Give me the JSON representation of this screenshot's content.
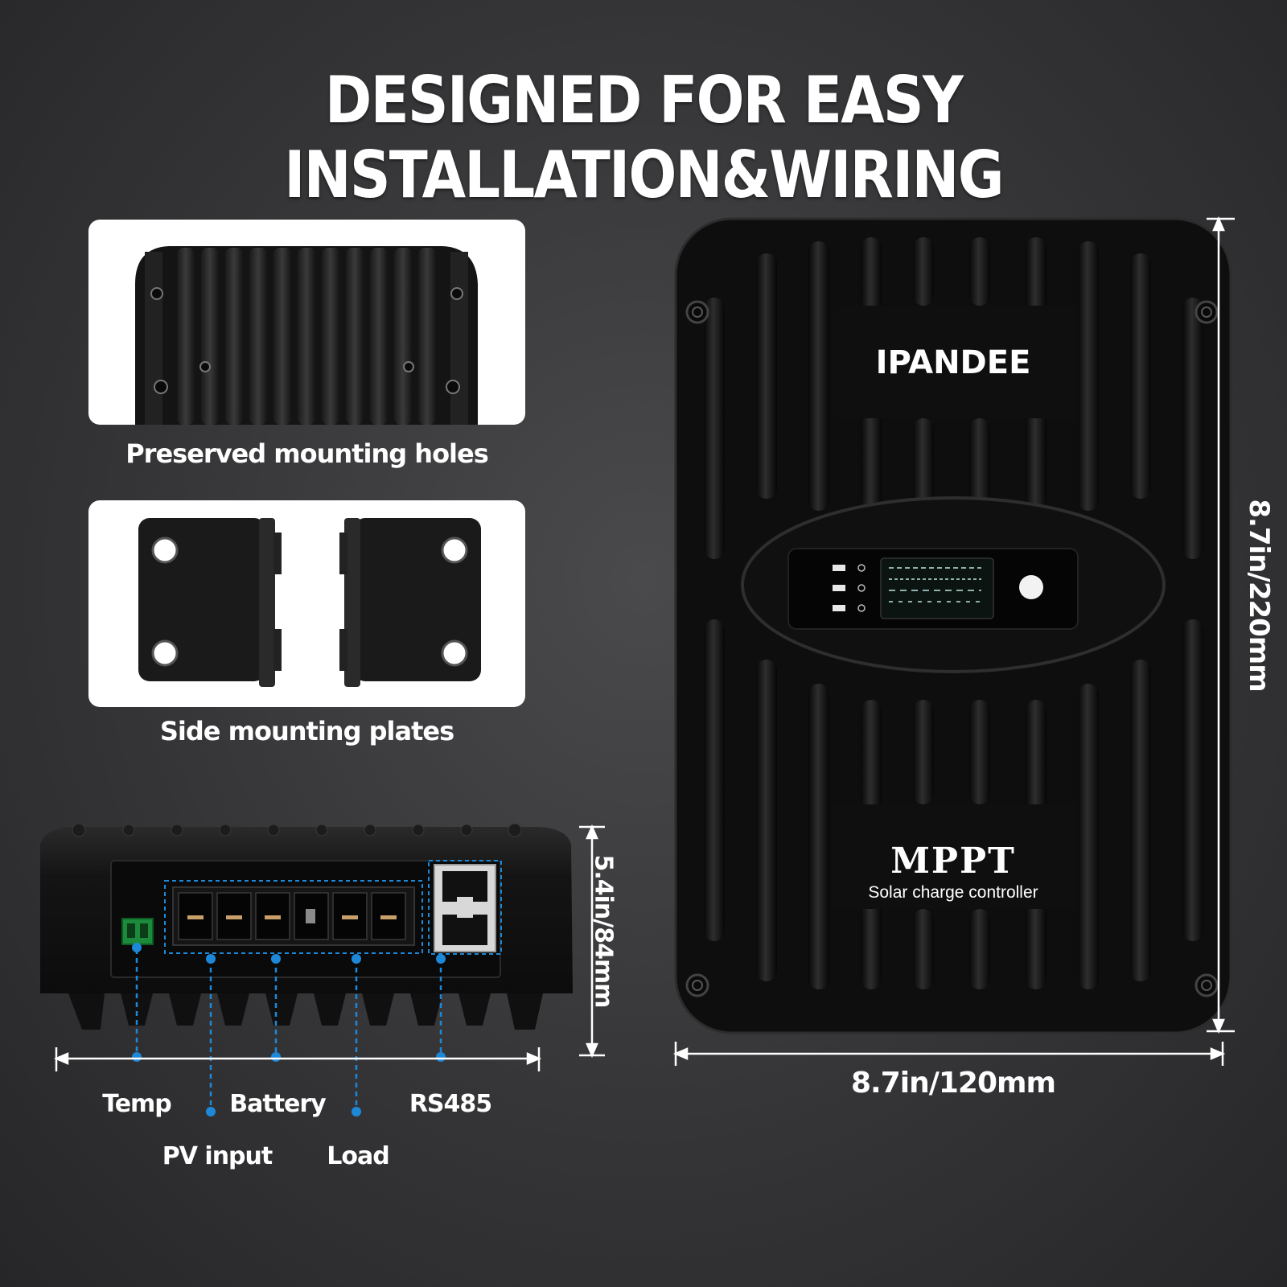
{
  "title": "DESIGNED FOR EASY INSTALLATION&WIRING",
  "features": {
    "mounting_holes_caption": "Preserved mounting holes",
    "side_plates_caption": "Side mounting plates"
  },
  "device": {
    "brand": "IPANDEE",
    "model": "MPPT",
    "subtitle": "Solar charge controller"
  },
  "dimensions": {
    "height": "8.7in/220mm",
    "width": "8.7in/120mm",
    "depth": "5.4in/84mm"
  },
  "ports": {
    "temp": "Temp",
    "battery": "Battery",
    "rs485": "RS485",
    "pv_input": "PV input",
    "load": "Load"
  },
  "colors": {
    "accent": "#1e88d8",
    "device_body": "#111111"
  }
}
